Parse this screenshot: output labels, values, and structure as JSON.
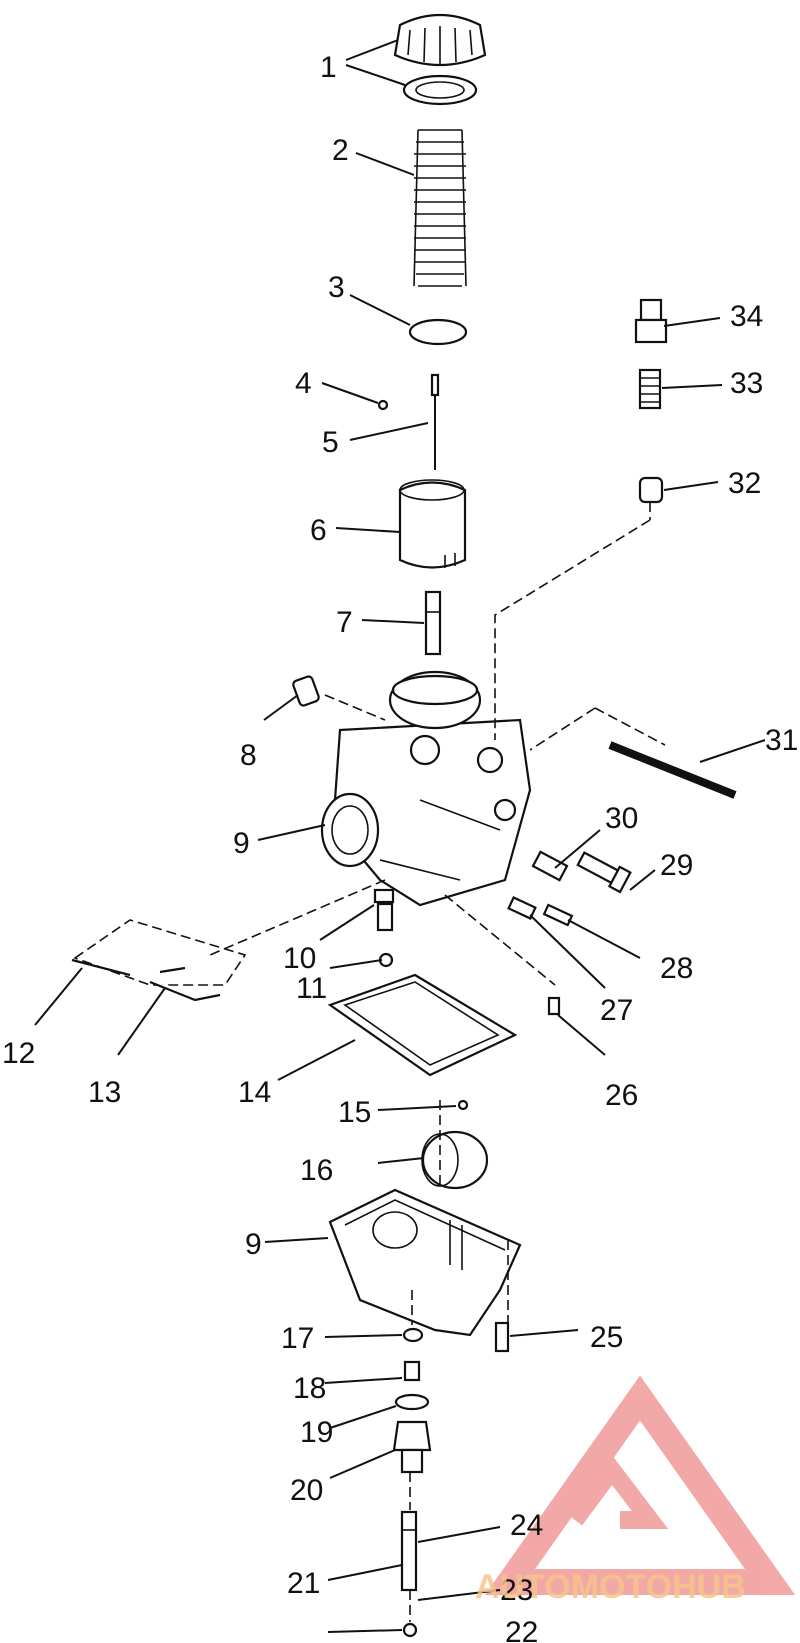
{
  "diagram": {
    "callouts": [
      "1",
      "2",
      "3",
      "4",
      "5",
      "6",
      "7",
      "8",
      "9",
      "10",
      "11",
      "12",
      "13",
      "14",
      "15",
      "16",
      "9",
      "17",
      "18",
      "19",
      "20",
      "21",
      "22",
      "23",
      "24",
      "25",
      "26",
      "27",
      "28",
      "29",
      "30",
      "31",
      "32",
      "33",
      "34"
    ]
  },
  "watermark": {
    "brand": "AUTOMOTOHUB",
    "colors": {
      "logo": "#f08c8c",
      "text_light": "#f5c48a",
      "text_dark": "#5a5a5a"
    }
  }
}
